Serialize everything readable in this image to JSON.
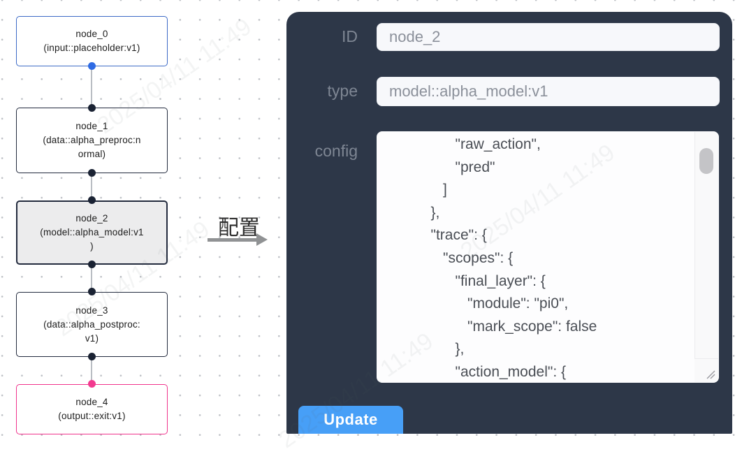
{
  "canvas": {
    "nodes": [
      {
        "id": "node_0",
        "lines": [
          "node_0",
          "(input::placeholder:v1)"
        ]
      },
      {
        "id": "node_1",
        "lines": [
          "node_1",
          "(data::alpha_preproc:n",
          "ormal)"
        ]
      },
      {
        "id": "node_2",
        "lines": [
          "node_2",
          "(model::alpha_model:v1",
          ")"
        ]
      },
      {
        "id": "node_3",
        "lines": [
          "node_3",
          "(data::alpha_postproc:",
          "v1)"
        ]
      },
      {
        "id": "node_4",
        "lines": [
          "node_4",
          "(output::exit:v1)"
        ]
      }
    ],
    "transfer_label": "配置"
  },
  "panel": {
    "fields": {
      "id": {
        "label": "ID",
        "value": "node_2"
      },
      "type": {
        "label": "type",
        "value": "model::alpha_model:v1"
      },
      "config": {
        "label": "config",
        "lines": [
          "         \"raw_action\",",
          "         \"pred\"",
          "      ]",
          "   },",
          "   \"trace\": {",
          "      \"scopes\": {",
          "         \"final_layer\": {",
          "            \"module\": \"pi0\",",
          "            \"mark_scope\": false",
          "         },",
          "         \"action_model\": {"
        ]
      }
    },
    "update_label": "Update"
  },
  "watermark": {
    "text": "2025/04/11 11:49"
  },
  "colors": {
    "panel_bg": "#2d3748",
    "update_button_blue": "#479ff7",
    "input_node_border_blue": "#3c6ac6",
    "output_node_border_pink": "#f0338c",
    "default_node_border": "#232b3e",
    "selected_node_bg": "#ececed",
    "port_dark": "#1a2233",
    "port_blue": "#2e6be4",
    "port_pink": "#f23a8f",
    "grid_dot": "#bdc0c5"
  }
}
